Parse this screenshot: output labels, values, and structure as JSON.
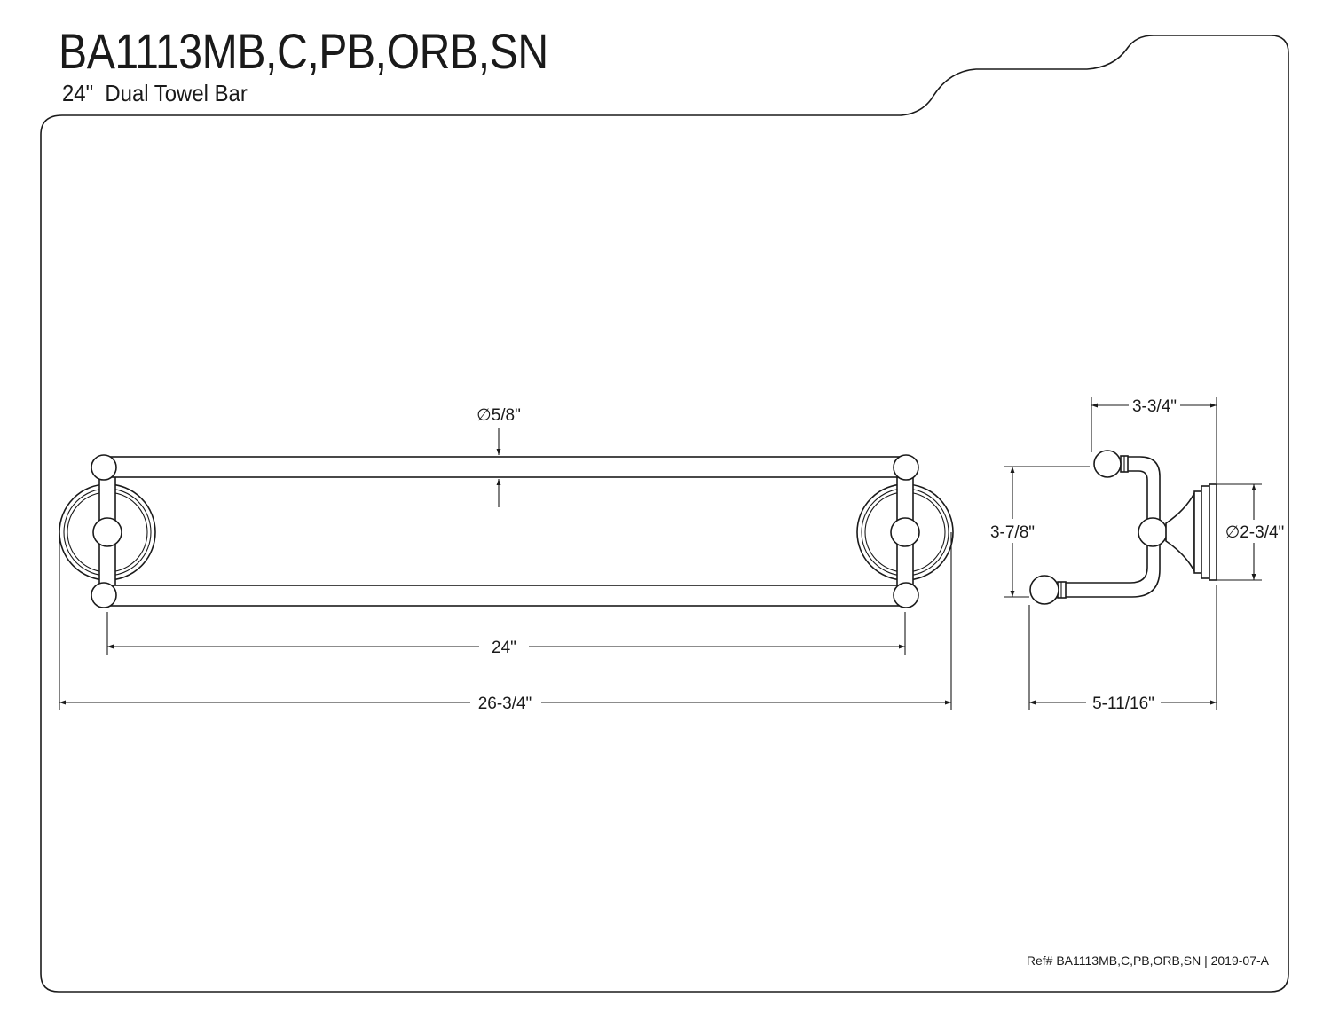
{
  "header": {
    "model": "BA1113MB,C,PB,ORB,SN",
    "description": "24\"  Dual Towel Bar"
  },
  "front_view": {
    "tube_diameter": "∅5/8\"",
    "bar_length": "24\"",
    "overall_length": "26-3/4\""
  },
  "side_view": {
    "depth_top": "3-3/4\"",
    "height": "3-7/8\"",
    "flange_diameter": "∅2-3/4\"",
    "depth_overall": "5-11/16\""
  },
  "footer": {
    "ref": "Ref# BA1113MB,C,PB,ORB,SN | 2019-07-A"
  }
}
